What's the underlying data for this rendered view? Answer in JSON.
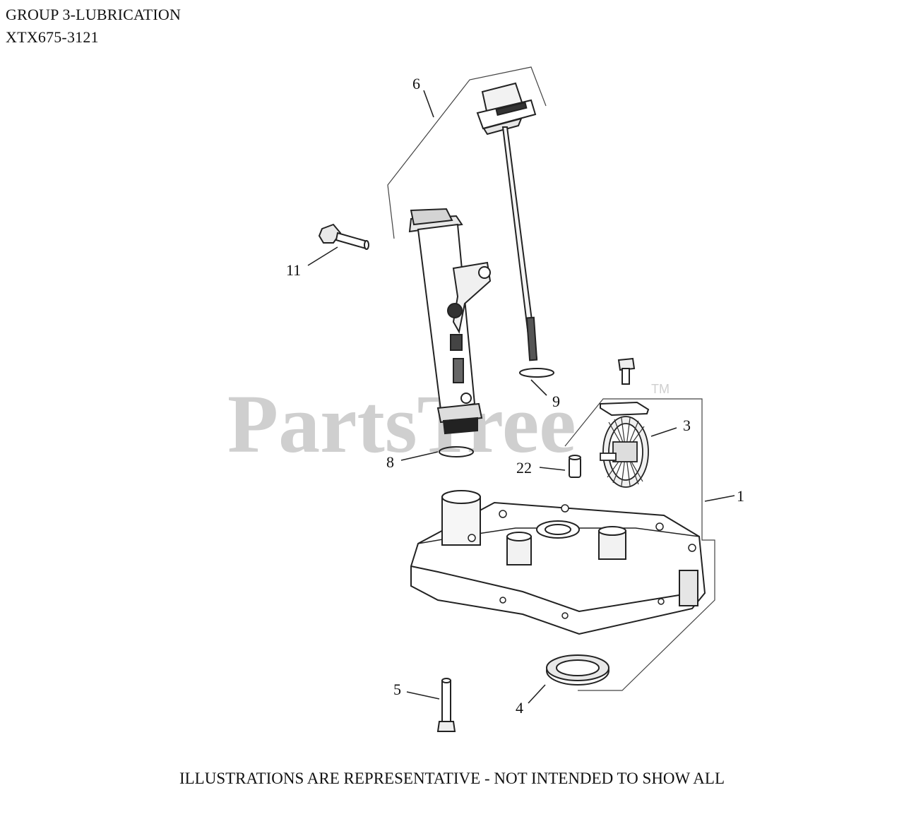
{
  "header": {
    "group_title": "GROUP 3-LUBRICATION",
    "model_number": "XTX675-3121"
  },
  "watermark": {
    "text": "PartsTree",
    "trademark": "TM"
  },
  "callouts": {
    "c1": "1",
    "c3": "3",
    "c4": "4",
    "c5": "5",
    "c6": "6",
    "c8": "8",
    "c9": "9",
    "c11": "11",
    "c22": "22"
  },
  "footer": {
    "disclaimer": "ILLUSTRATIONS ARE REPRESENTATIVE - NOT INTENDED TO SHOW ALL"
  }
}
